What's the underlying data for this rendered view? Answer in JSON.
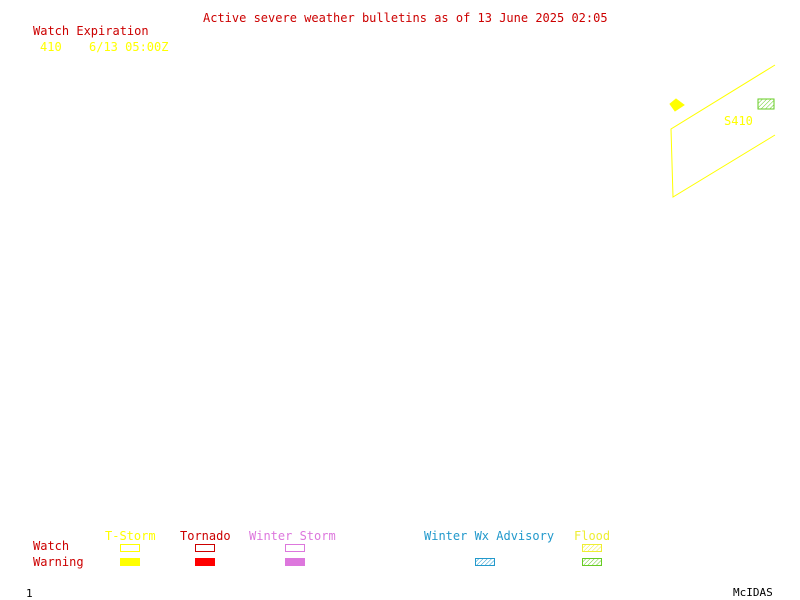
{
  "header": {
    "title": "Active severe weather bulletins as of 13 June 2025 02:05"
  },
  "watch_list": {
    "heading": "Watch Expiration",
    "items": [
      {
        "id": "410",
        "expiration": "6/13 05:00Z"
      }
    ]
  },
  "map": {
    "watch_label": "S410"
  },
  "legend": {
    "row_labels": {
      "watch": "Watch",
      "warning": "Warning"
    },
    "categories": {
      "tstorm": "T-Storm",
      "tornado": "Tornado",
      "winter_storm": "Winter Storm",
      "winter_wx": "Winter Wx Advisory",
      "flood": "Flood"
    }
  },
  "colors": {
    "title": "#cc0000",
    "watch_heading": "#cc0000",
    "watch_items": "#ffff00",
    "tstorm": "#ffff00",
    "tornado": "#ff0000",
    "winter_storm": "#dd77dd",
    "winter_wx": "#2299cc",
    "flood_label": "#eeee33",
    "flood_hatch": "#66cc22",
    "row_labels": "#cc0000",
    "footer": "#000000"
  },
  "footer": {
    "frame_number": "1",
    "brand": "McIDAS"
  }
}
